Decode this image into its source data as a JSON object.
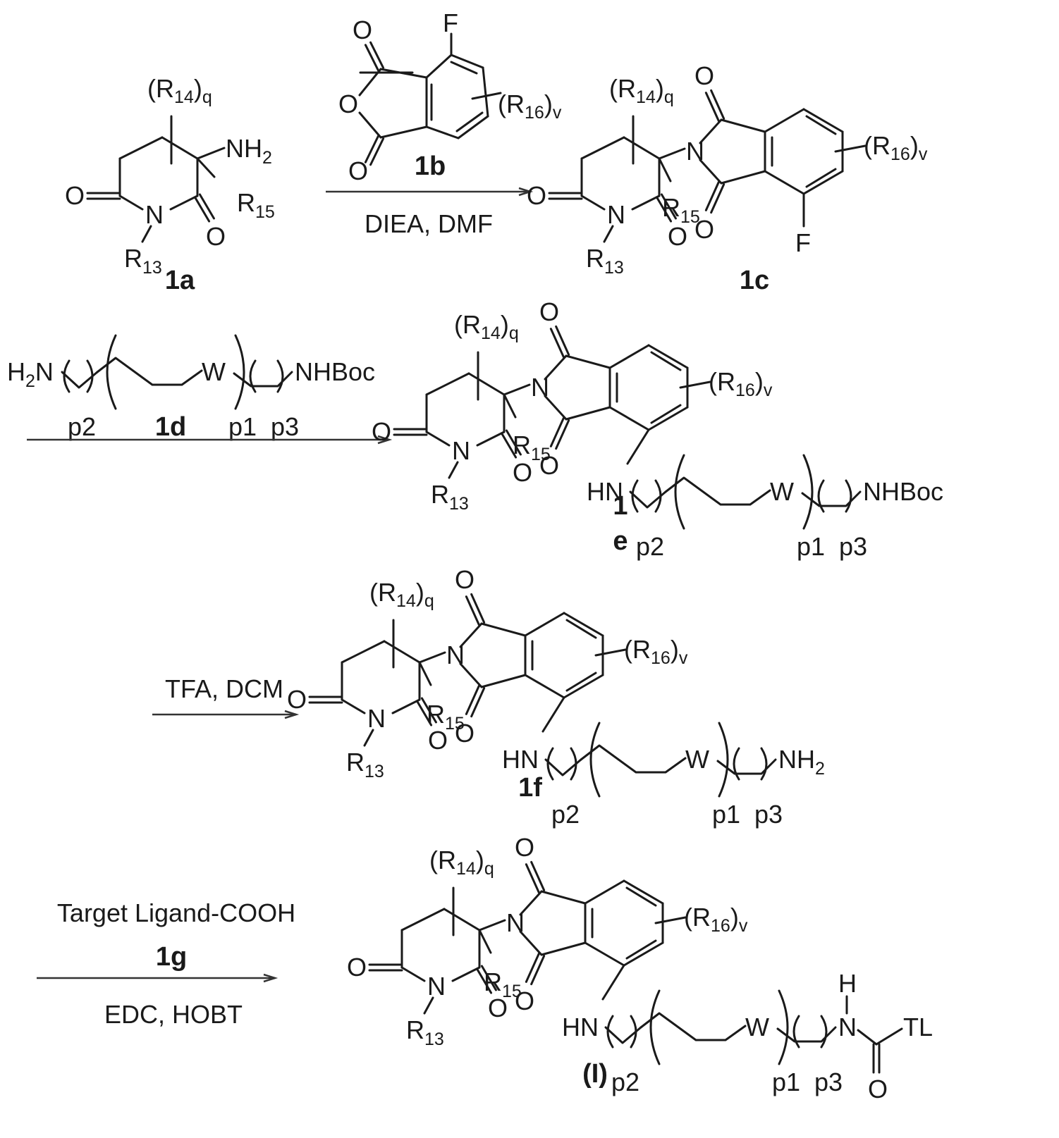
{
  "compounds": {
    "c1a": "1a",
    "c1b": "1b",
    "c1c": "1c",
    "c1d": "1d",
    "c1e": [
      "1",
      "e"
    ],
    "c1f": "1f",
    "c1g": "1g",
    "cI": "(I)"
  },
  "conditions": {
    "step1": "DIEA, DMF",
    "step3": "TFA, DCM",
    "step4_reagent": "Target Ligand-COOH",
    "step4_coupling": "EDC, HOBT"
  },
  "atoms": {
    "O": "O",
    "N": "N",
    "F": "F",
    "W": "W",
    "H": "H",
    "R": "R",
    "HN": "HN",
    "NH": "NH",
    "NHBoc": "NHBoc",
    "TL": "TL"
  },
  "subscripts": {
    "r13": "13",
    "r14": "14",
    "r15": "15",
    "r16": "16",
    "two": "2",
    "q": "q",
    "v": "v"
  },
  "indices": {
    "p1": "p1",
    "p2": "p2",
    "p3": "p3"
  },
  "colors": {
    "ink": "#1a1a1a",
    "arrow": "#333333",
    "background": "#ffffff"
  }
}
